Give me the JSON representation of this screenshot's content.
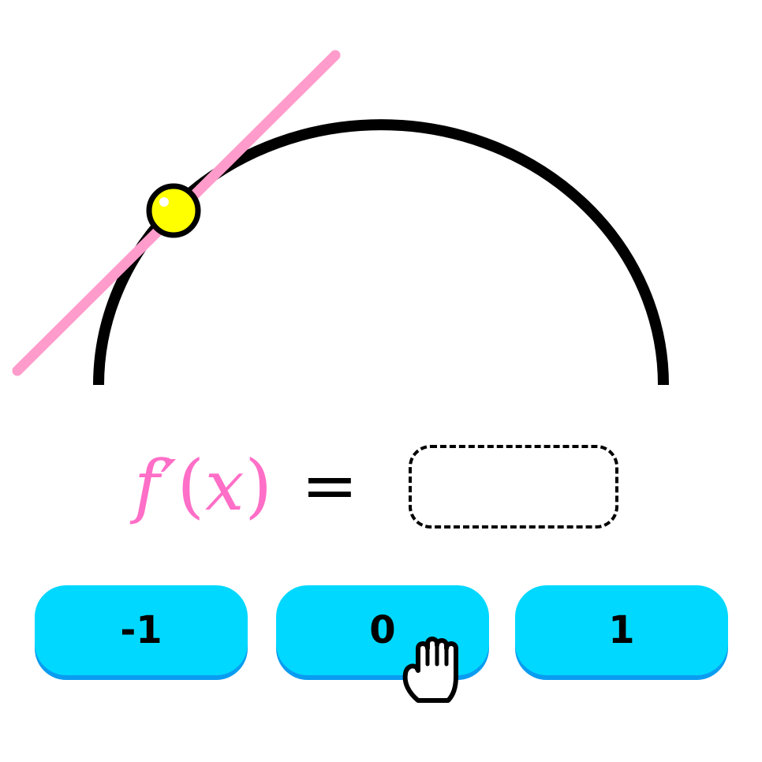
{
  "equation": {
    "function_text": "f′",
    "open_paren": "(",
    "variable": "x",
    "close_paren": ")",
    "equals": "="
  },
  "answer_slot": {
    "value": ""
  },
  "choices": [
    {
      "label": "-1"
    },
    {
      "label": "0"
    },
    {
      "label": "1"
    }
  ],
  "colors": {
    "curve": "#000000",
    "tangent_line": "#ff9ccc",
    "point": "#ffff00",
    "function_text": "#ff6ec7",
    "button_fill": "#00d8ff",
    "button_shadow": "#0a9cf0"
  },
  "icons": {
    "cursor": "grab-hand-icon",
    "point": "point-handle-icon"
  }
}
